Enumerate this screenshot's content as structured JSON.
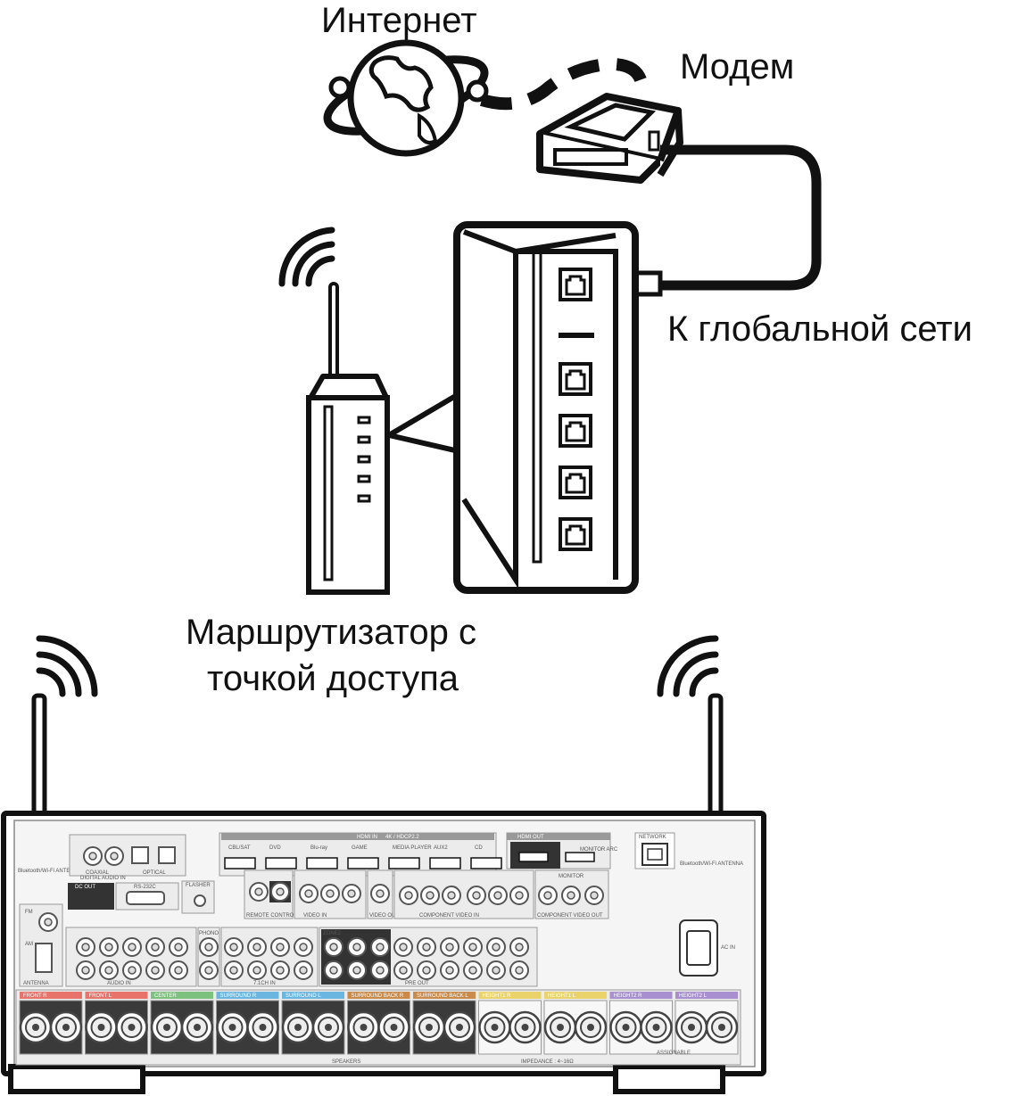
{
  "labels": {
    "internet": "Интернет",
    "modem": "Модем",
    "wan": "К глобальной сети",
    "router_line1": "Маршрутизатор с",
    "router_line2": "точкой доступа"
  },
  "panel": {
    "hdmi_in": "HDMI IN",
    "hdmi_spec": "4K / HDCP2.2",
    "hdmi_inputs": [
      "CBL/SAT",
      "DVD",
      "Blu-ray",
      "GAME",
      "MEDIA PLAYER",
      "AUX2",
      "CD"
    ],
    "hdmi_out": "HDMI OUT",
    "monitor_arc": "MONITOR ARC",
    "zone2": "ZONE2",
    "network": "NETWORK",
    "bt_antenna": "Bluetooth/Wi-Fi ANTENNA",
    "digital_audio_in": "DIGITAL AUDIO IN",
    "coaxial": "COAXIAL",
    "optical": "OPTICAL",
    "rs232c": "RS-232C",
    "flasher": "FLASHER",
    "dc_out": "DC OUT",
    "remote_control": "REMOTE CONTROL",
    "video_in": "VIDEO IN",
    "video_out": "VIDEO OUT",
    "component_video_in": "COMPONENT VIDEO IN",
    "component_video_out": "COMPONENT VIDEO OUT",
    "monitor": "MONITOR",
    "audio_in": "AUDIO IN",
    "phono": "PHONO",
    "ch71_in": "7.1CH IN",
    "pre_out": "PRE OUT",
    "ac_in": "AC IN",
    "antenna": "ANTENNA",
    "fm": "FM",
    "am": "AM",
    "speakers": "SPEAKERS",
    "impedance": "IMPEDANCE : 4~16Ω",
    "assignable": "ASSIGNABLE",
    "speaker_groups": [
      {
        "name": "FRONT",
        "side": "R",
        "color": "#e8736b"
      },
      {
        "name": "FRONT",
        "side": "L",
        "color": "#e8736b"
      },
      {
        "name": "CENTER",
        "side": "",
        "color": "#7cc17d"
      },
      {
        "name": "SURROUND",
        "side": "R",
        "color": "#6ab6e0"
      },
      {
        "name": "SURROUND",
        "side": "L",
        "color": "#6ab6e0"
      },
      {
        "name": "SURROUND BACK",
        "side": "R",
        "color": "#c98a4a"
      },
      {
        "name": "SURROUND BACK",
        "side": "L",
        "color": "#c98a4a"
      },
      {
        "name": "HEIGHT1",
        "side": "R",
        "color": "#e9d36a"
      },
      {
        "name": "HEIGHT1",
        "side": "L",
        "color": "#e9d36a"
      },
      {
        "name": "HEIGHT2",
        "side": "R",
        "color": "#a890d0"
      },
      {
        "name": "HEIGHT2",
        "side": "L",
        "color": "#a890d0"
      }
    ]
  },
  "colors": {
    "line": "#111111",
    "label": "#111111",
    "panel_fill": "#ececec"
  },
  "icons": [
    "globe-icon",
    "modem-icon",
    "router-icon",
    "wifi-waves-icon",
    "ethernet-port-icon",
    "antenna-icon",
    "receiver-icon"
  ]
}
